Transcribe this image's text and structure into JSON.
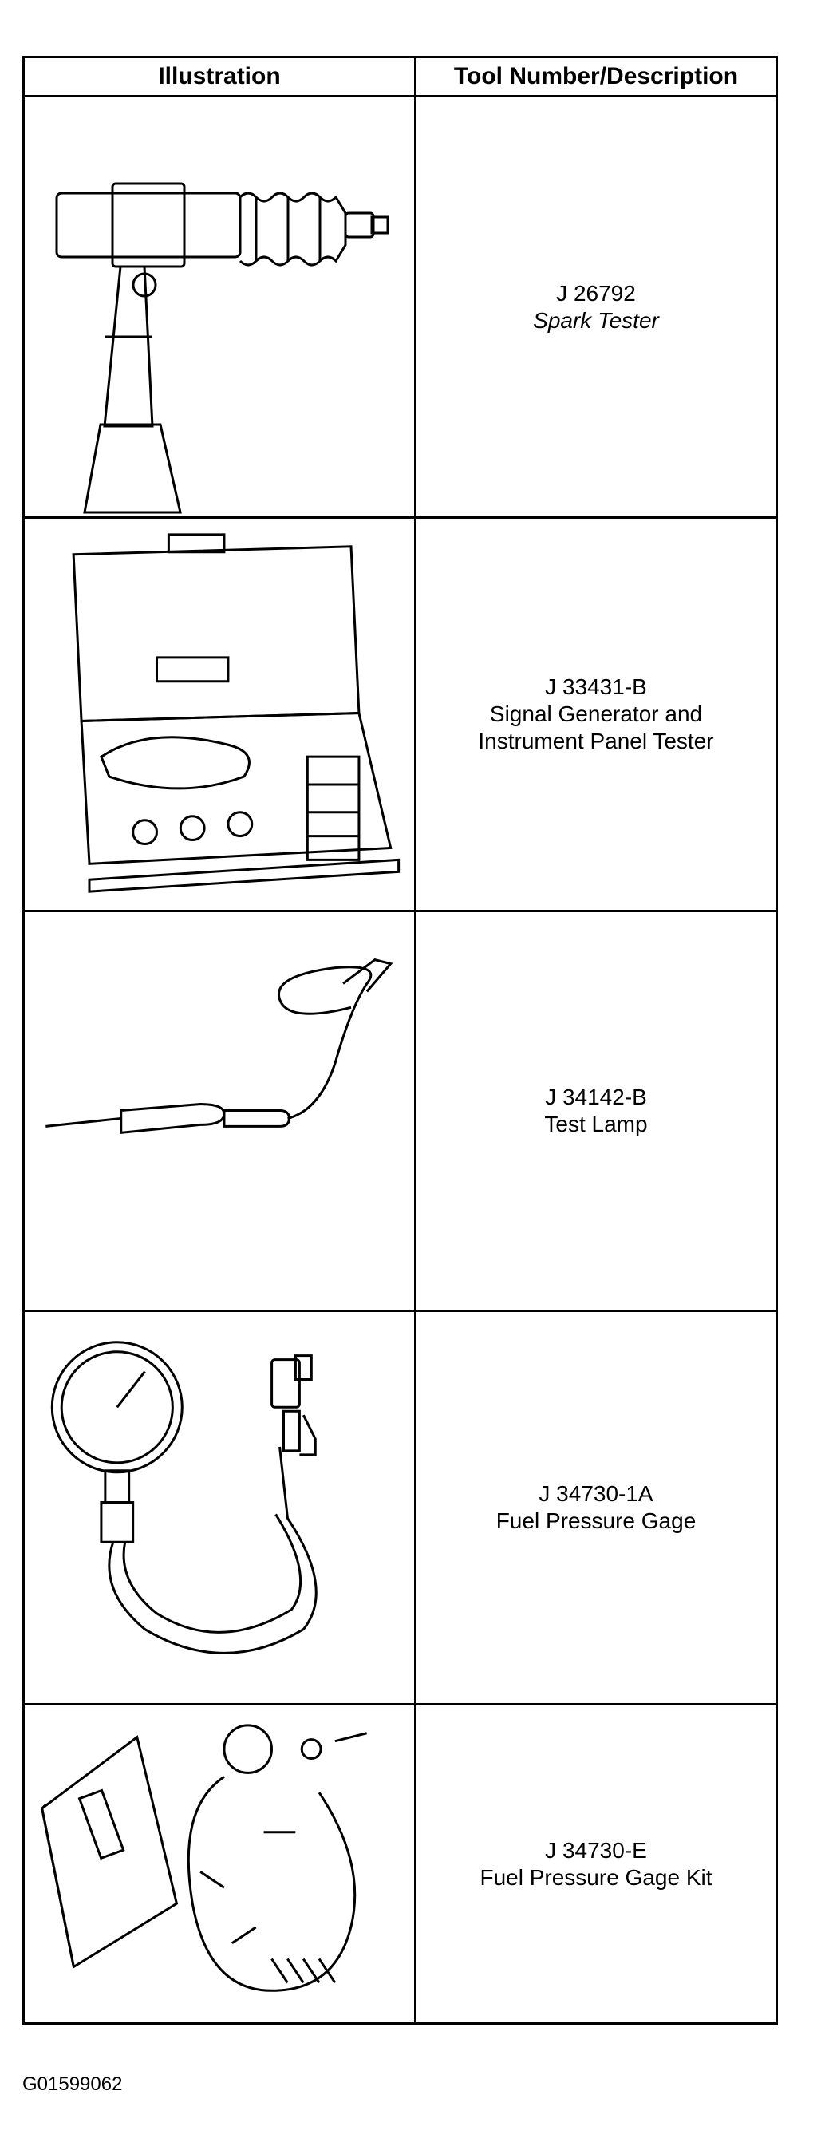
{
  "table": {
    "headers": {
      "illustration": "Illustration",
      "tool": "Tool Number/Description"
    },
    "rows": [
      {
        "number": "J 26792",
        "description": "Spark Tester",
        "icon": "spark-tester-icon"
      },
      {
        "number": "J 33431-B",
        "description_line1": "Signal Generator and",
        "description_line2": "Instrument Panel Tester",
        "icon": "signal-generator-case-icon"
      },
      {
        "number": "J 34142-B",
        "description": "Test Lamp",
        "icon": "test-lamp-icon"
      },
      {
        "number": "J 34730-1A",
        "description": "Fuel Pressure Gage",
        "icon": "fuel-pressure-gage-icon"
      },
      {
        "number": "J 34730-E",
        "description": "Fuel Pressure Gage Kit",
        "icon": "fuel-pressure-gage-kit-icon"
      }
    ]
  },
  "figure_id": "G01599062"
}
